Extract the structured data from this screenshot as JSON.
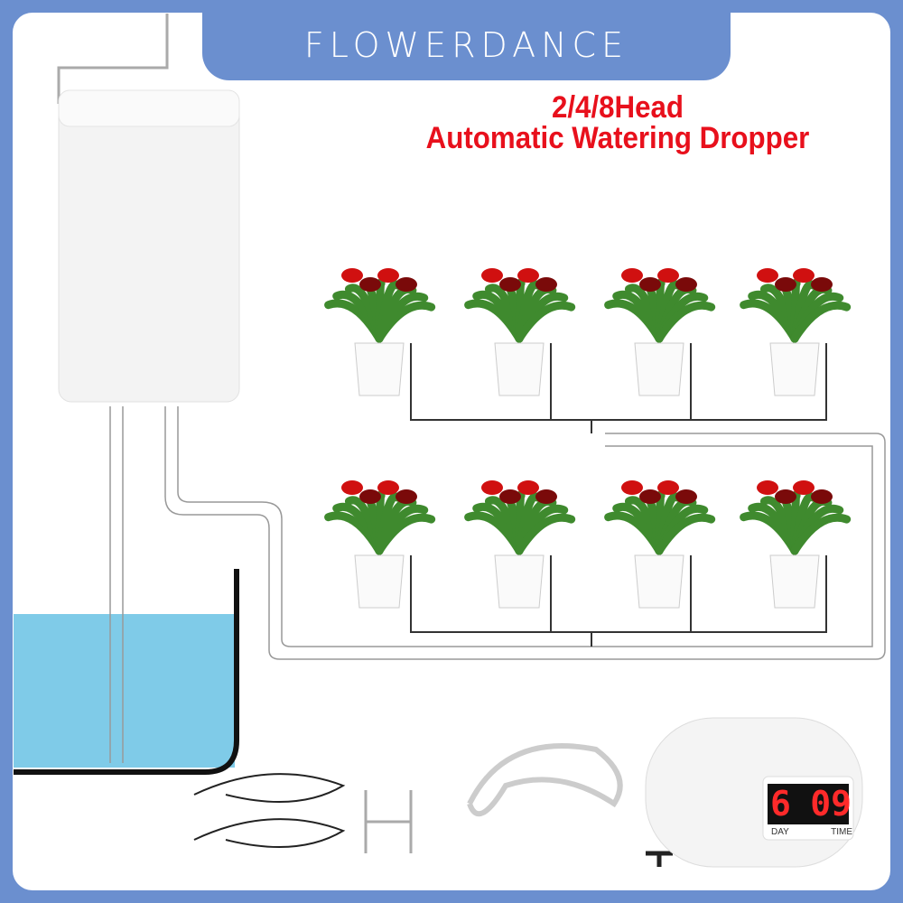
{
  "brand": "FLOWERDANCE",
  "headline": {
    "line1": "2/4/8Head",
    "line2": "Automatic Watering Dropper"
  },
  "device": {
    "day_value": "6",
    "time_value": "09",
    "day_label": "DAY",
    "time_label": "TIME"
  },
  "colors": {
    "frame": "#6b8fcf",
    "headline": "#e8101c",
    "water": "#7fcbe8",
    "lcd": "#ff2a2a"
  },
  "plants_count": 8
}
